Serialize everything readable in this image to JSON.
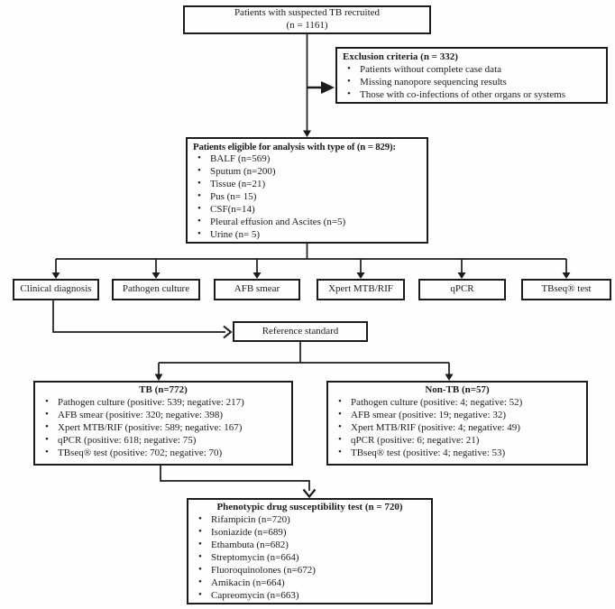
{
  "boxes": {
    "recruited": {
      "line1": "Patients with suspected TB recruited",
      "line2": "(n = 1161)"
    },
    "exclusion": {
      "title": "Exclusion criteria (n = 332)",
      "items": [
        "Patients without complete case data",
        "Missing nanopore sequencing results",
        "Those with co-infections of other organs or systems"
      ]
    },
    "eligible": {
      "title": "Patients eligible for analysis with type of (n = 829):",
      "items": [
        "BALF (n=569)",
        "Sputum (n=200)",
        "Tissue (n=21)",
        "Pus (n= 15)",
        "CSF(n=14)",
        "Pleural effusion and Ascites (n=5)",
        "Urine (n= 5)"
      ]
    },
    "tests": [
      "Clinical diagnosis",
      "Pathogen culture",
      "AFB smear",
      "Xpert MTB/RIF",
      "qPCR",
      "TBseq® test"
    ],
    "reference": {
      "label": "Reference standard"
    },
    "tb": {
      "title": "TB (n=772)",
      "items": [
        "Pathogen culture (positive: 539; negative: 217)",
        "AFB smear (positive: 320; negative: 398)",
        "Xpert MTB/RIF (positive: 589; negative: 167)",
        "qPCR (positive: 618; negative: 75)",
        "TBseq® test (positive: 702; negative: 70)"
      ]
    },
    "non_tb": {
      "title": "Non-TB (n=57)",
      "items": [
        "Pathogen culture (positive: 4; negative: 52)",
        "AFB smear (positive: 19; negative: 32)",
        "Xpert MTB/RIF (positive: 4; negative: 49)",
        "qPCR (positive: 6; negative: 21)",
        "TBseq® test (positive: 4; negative: 53)"
      ]
    },
    "dst": {
      "title": "Phenotypic drug susceptibility test (n = 720)",
      "items": [
        "Rifampicin (n=720)",
        "Isoniazide (n=689)",
        "Ethambuta (n=682)",
        "Streptomycin (n=664)",
        "Fluoroquinolones (n=672)",
        "Amikacin (n=664)",
        "Capreomycin (n=663)"
      ]
    }
  },
  "colors": {
    "line": "#1b1b1b",
    "border": "#1b1b1b",
    "background": "#fefefe",
    "text": "#1b1b1b"
  }
}
